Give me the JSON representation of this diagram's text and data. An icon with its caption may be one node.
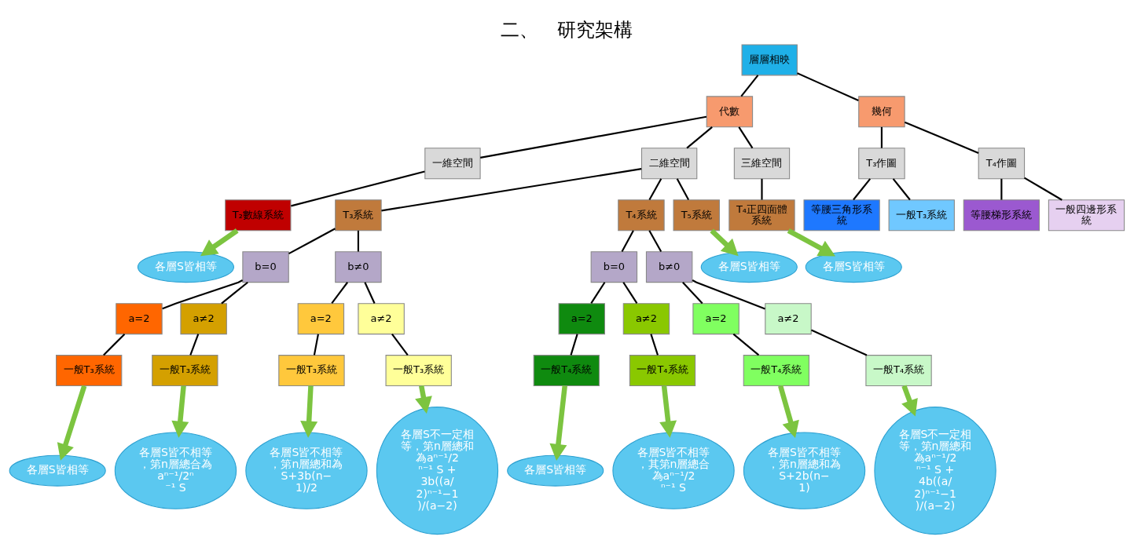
{
  "diagram": {
    "title": "二、　研究架構",
    "nodes": [
      {
        "text": [
          "層層相映"
        ]
      },
      {
        "text": [
          "代數"
        ]
      },
      {
        "text": [
          "幾何"
        ]
      },
      {
        "text": [
          "一維空間"
        ]
      },
      {
        "text": [
          "二維空間"
        ]
      },
      {
        "text": [
          "三維空間"
        ]
      },
      {
        "text": [
          "T₂數線系統"
        ]
      },
      {
        "text": [
          "T₃系統"
        ]
      },
      {
        "text": [
          "T₄系統"
        ]
      },
      {
        "text": [
          "T₅系統"
        ]
      },
      {
        "text": [
          "T₄正四面體系統"
        ]
      },
      {
        "text": [
          "b=0"
        ]
      },
      {
        "text": [
          "b≠0"
        ]
      },
      {
        "text": [
          "b=0"
        ]
      },
      {
        "text": [
          "b≠0"
        ]
      },
      {
        "text": [
          "a=2"
        ]
      },
      {
        "text": [
          "a≠2"
        ]
      },
      {
        "text": [
          "a=2"
        ]
      },
      {
        "text": [
          "a≠2"
        ]
      },
      {
        "text": [
          "a=2"
        ]
      },
      {
        "text": [
          "a≠2"
        ]
      },
      {
        "text": [
          "a=2"
        ]
      },
      {
        "text": [
          "a≠2"
        ]
      },
      {
        "text": [
          "一般T₃系統"
        ]
      },
      {
        "text": [
          "一般T₃系統"
        ]
      },
      {
        "text": [
          "一般T₃系統"
        ]
      },
      {
        "text": [
          "一般T₃系統"
        ]
      },
      {
        "text": [
          "一般T₄系統"
        ]
      },
      {
        "text": [
          "一般T₄系統"
        ]
      },
      {
        "text": [
          "一般T₄系統"
        ]
      },
      {
        "text": [
          "一般T₄系統"
        ]
      },
      {
        "text": [
          "T₃作圖"
        ]
      },
      {
        "text": [
          "T₄作圖"
        ]
      },
      {
        "text": [
          "等腰三角形系統"
        ]
      },
      {
        "text": [
          "一般T₃系統"
        ]
      },
      {
        "text": [
          "等腰梯形系統"
        ]
      },
      {
        "text": [
          "一般四邊形系統"
        ]
      },
      {
        "text": [
          "各層S皆相等"
        ]
      },
      {
        "text": [
          "各層S皆相等"
        ]
      },
      {
        "text": [
          "各層S皆相等"
        ]
      },
      {
        "text": [
          "各層S皆相等"
        ]
      },
      {
        "text": [
          "各層S皆不相等，第n層總合為aⁿ⁻¹/2ⁿ⁻¹ S"
        ]
      },
      {
        "text": [
          "各層S皆不相等，第n層總和為S+3b(n−1)/2"
        ]
      },
      {
        "text": [
          "各層S不一定相等，第n層總和為aⁿ⁻¹/2ⁿ⁻¹ S + 3b((a/2)ⁿ⁻¹−1)/(a−2)"
        ]
      },
      {
        "text": [
          "各層S皆相等"
        ]
      },
      {
        "text": [
          "各層S皆不相等，其第n層總合為aⁿ⁻¹/2ⁿ⁻¹ S"
        ]
      },
      {
        "text": [
          "各層S皆不相等，第n層總和為S+2b(n−1)"
        ]
      },
      {
        "text": [
          "各層S不一定相等，第n層總和為aⁿ⁻¹/2ⁿ⁻¹ S + 4b((a/2)ⁿ⁻¹−1)/(a−2)"
        ]
      }
    ],
    "edges": [
      {
        "from": 0,
        "to": 1,
        "arrow": "none"
      },
      {
        "from": 0,
        "to": 2,
        "arrow": "none"
      },
      {
        "from": 1,
        "to": 3,
        "arrow": "none"
      },
      {
        "from": 1,
        "to": 4,
        "arrow": "none"
      },
      {
        "from": 1,
        "to": 5,
        "arrow": "none"
      },
      {
        "from": 2,
        "to": 31,
        "arrow": "none"
      },
      {
        "from": 2,
        "to": 32,
        "arrow": "none"
      },
      {
        "from": 3,
        "to": 6,
        "arrow": "none"
      },
      {
        "from": 4,
        "to": 7,
        "arrow": "none"
      },
      {
        "from": 4,
        "to": 8,
        "arrow": "none"
      },
      {
        "from": 4,
        "to": 9,
        "arrow": "none"
      },
      {
        "from": 5,
        "to": 10,
        "arrow": "none"
      },
      {
        "from": 7,
        "to": 11,
        "arrow": "none"
      },
      {
        "from": 7,
        "to": 12,
        "arrow": "none"
      },
      {
        "from": 8,
        "to": 13,
        "arrow": "none"
      },
      {
        "from": 8,
        "to": 14,
        "arrow": "none"
      },
      {
        "from": 11,
        "to": 15,
        "arrow": "none"
      },
      {
        "from": 11,
        "to": 16,
        "arrow": "none"
      },
      {
        "from": 12,
        "to": 17,
        "arrow": "none"
      },
      {
        "from": 12,
        "to": 18,
        "arrow": "none"
      },
      {
        "from": 13,
        "to": 19,
        "arrow": "none"
      },
      {
        "from": 13,
        "to": 20,
        "arrow": "none"
      },
      {
        "from": 14,
        "to": 21,
        "arrow": "none"
      },
      {
        "from": 14,
        "to": 22,
        "arrow": "none"
      },
      {
        "from": 15,
        "to": 23,
        "arrow": "none"
      },
      {
        "from": 16,
        "to": 24,
        "arrow": "none"
      },
      {
        "from": 17,
        "to": 25,
        "arrow": "none"
      },
      {
        "from": 18,
        "to": 26,
        "arrow": "none"
      },
      {
        "from": 19,
        "to": 27,
        "arrow": "none"
      },
      {
        "from": 20,
        "to": 28,
        "arrow": "none"
      },
      {
        "from": 21,
        "to": 29,
        "arrow": "none"
      },
      {
        "from": 22,
        "to": 30,
        "arrow": "none"
      },
      {
        "from": 31,
        "to": 33,
        "arrow": "none"
      },
      {
        "from": 31,
        "to": 34,
        "arrow": "none"
      },
      {
        "from": 32,
        "to": 35,
        "arrow": "none"
      },
      {
        "from": 32,
        "to": 36,
        "arrow": "none"
      },
      {
        "from": 6,
        "to": 37,
        "arrow": "to",
        "style": "thick",
        "color": "#7cc440"
      },
      {
        "from": 23,
        "to": 40,
        "arrow": "to",
        "style": "thick",
        "color": "#7cc440"
      },
      {
        "from": 24,
        "to": 41,
        "arrow": "to",
        "style": "thick",
        "color": "#7cc440"
      },
      {
        "from": 25,
        "to": 42,
        "arrow": "to",
        "style": "thick",
        "color": "#7cc440"
      },
      {
        "from": 26,
        "to": 43,
        "arrow": "to",
        "style": "thick",
        "color": "#7cc440"
      },
      {
        "from": 27,
        "to": 44,
        "arrow": "to",
        "style": "thick",
        "color": "#7cc440"
      },
      {
        "from": 28,
        "to": 45,
        "arrow": "to",
        "style": "thick",
        "color": "#7cc440"
      },
      {
        "from": 29,
        "to": 46,
        "arrow": "to",
        "style": "thick",
        "color": "#7cc440"
      },
      {
        "from": 30,
        "to": 47,
        "arrow": "to",
        "style": "thick",
        "color": "#7cc440"
      },
      {
        "from": 9,
        "to": 38,
        "arrow": "to",
        "style": "thick",
        "color": "#7cc440"
      },
      {
        "from": 10,
        "to": 39,
        "arrow": "to",
        "style": "thick",
        "color": "#7cc440"
      }
    ]
  }
}
